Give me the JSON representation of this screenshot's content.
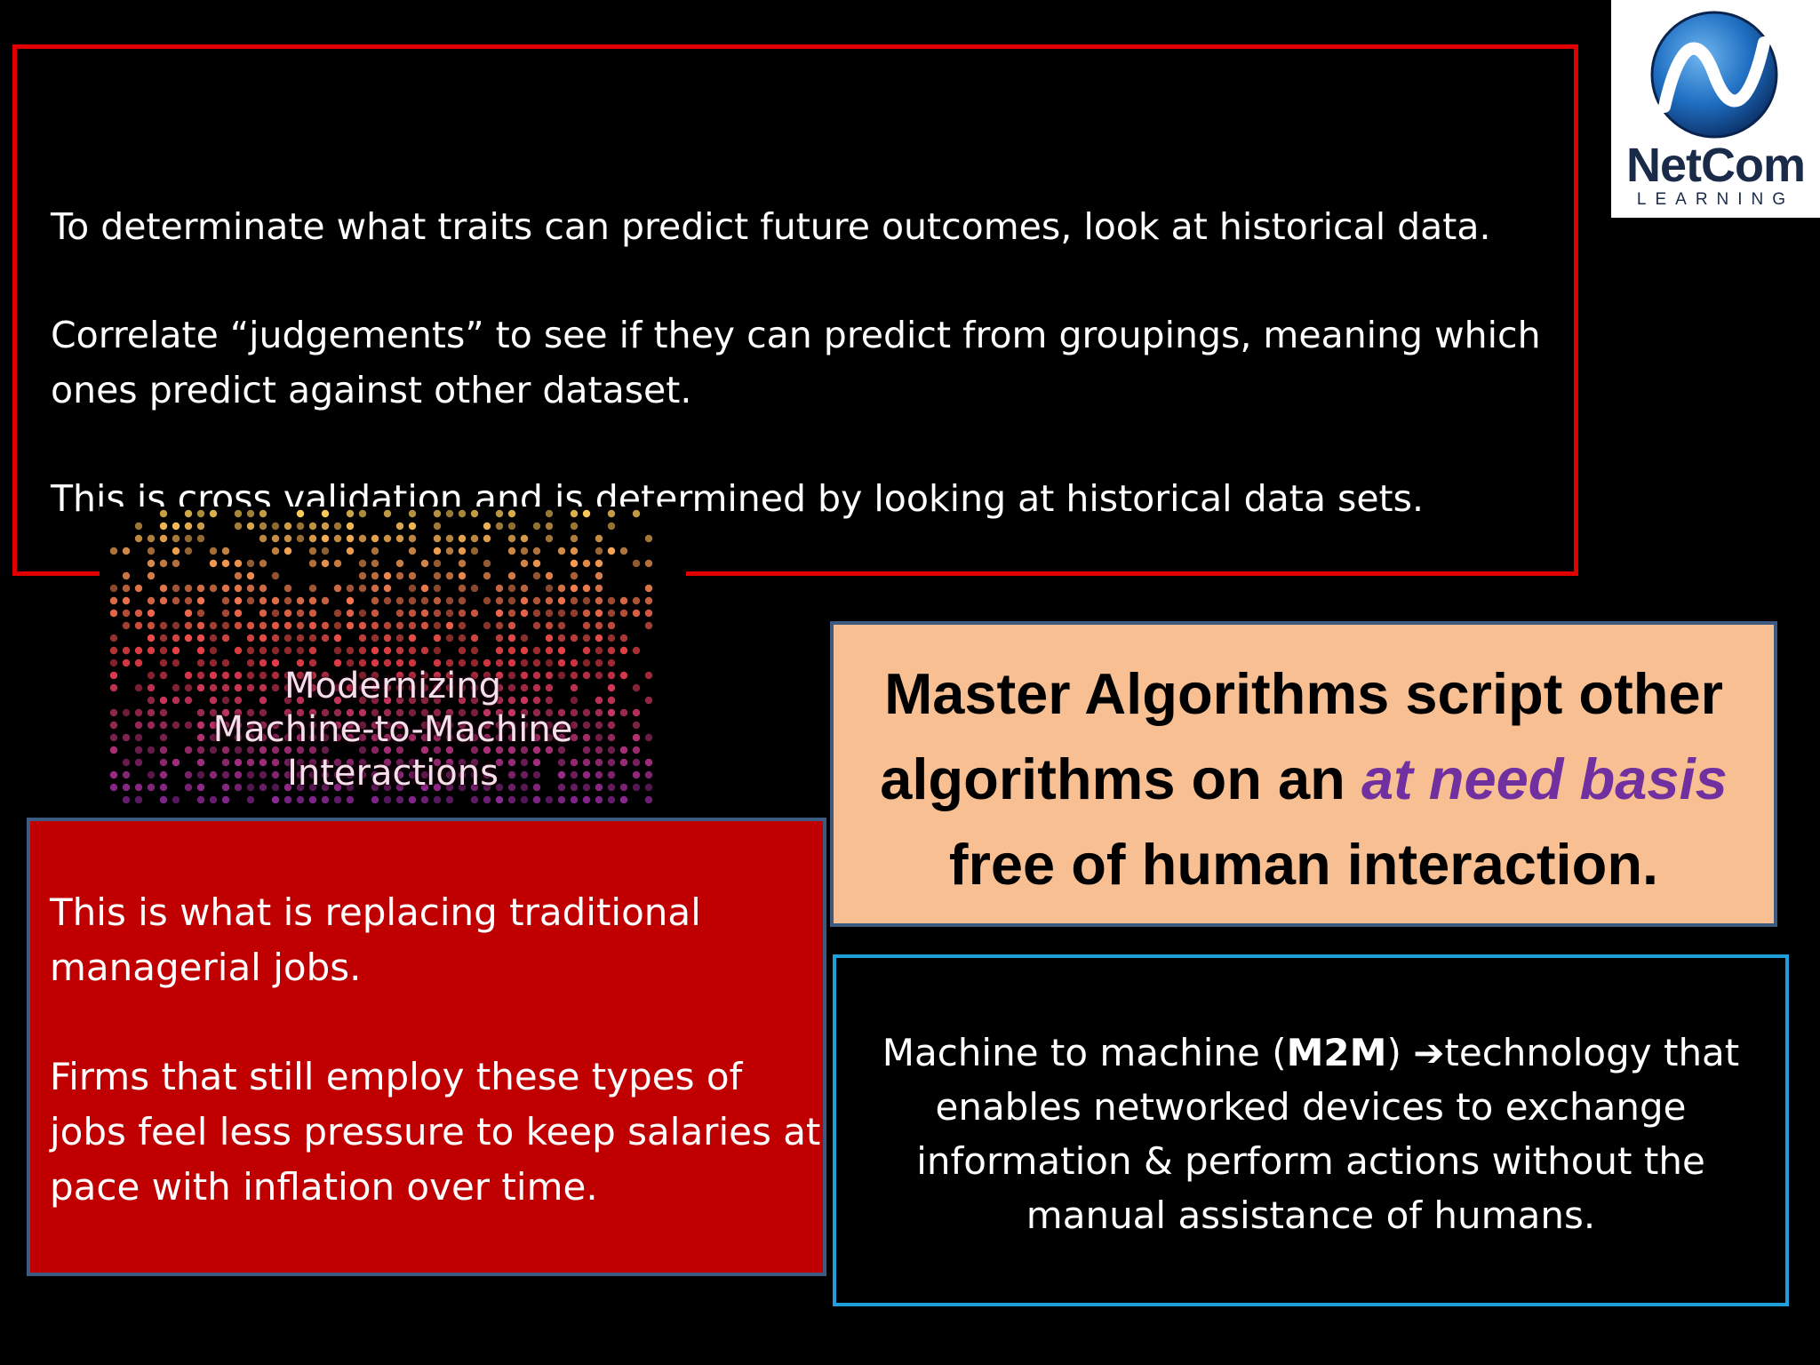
{
  "top_box": {
    "para1": "To determinate what traits can predict future outcomes, look at historical data.",
    "para2_line1": "Correlate “judgements” to see if they can predict from groupings, meaning which",
    "para2_line2": "ones predict against other dataset.",
    "para3": "This is cross validation and is determined by looking at historical data sets."
  },
  "image": {
    "caption_line1": "Modernizing",
    "caption_line2": "Machine-to-Machine",
    "caption_line3": "Interactions"
  },
  "logo": {
    "name": "NetCom",
    "sub": "LEARNING",
    "icon": "netcom-globe-icon"
  },
  "red_box": {
    "para1_line1": "This is what is replacing traditional",
    "para1_line2": "managerial jobs.",
    "para2_line1": "Firms that still employ these types of",
    "para2_line2": "jobs feel less pressure to keep salaries at",
    "para2_line3": "pace with inflation over time."
  },
  "peach_box": {
    "line1": "Master Algorithms script other",
    "line2_prefix": "algorithms on an ",
    "line2_emphasis": "at need basis",
    "line3": "free of human interaction."
  },
  "blue_box": {
    "line1_prefix": "Machine to machine (",
    "line1_bold": "M2M",
    "line1_mid": ") ",
    "line1_arrow": "➔",
    "line1_suffix": "technology that",
    "line2": "enables networked devices to exchange",
    "line3": "information & perform actions without the",
    "line4": "manual assistance of humans."
  },
  "colors": {
    "background": "#000000",
    "top_border": "#e00000",
    "red_fill": "#c00000",
    "peach_fill": "#f8c092",
    "emphasis_purple": "#7030a0",
    "blue_border": "#1fa0dc",
    "box_border": "#3d5a80"
  }
}
